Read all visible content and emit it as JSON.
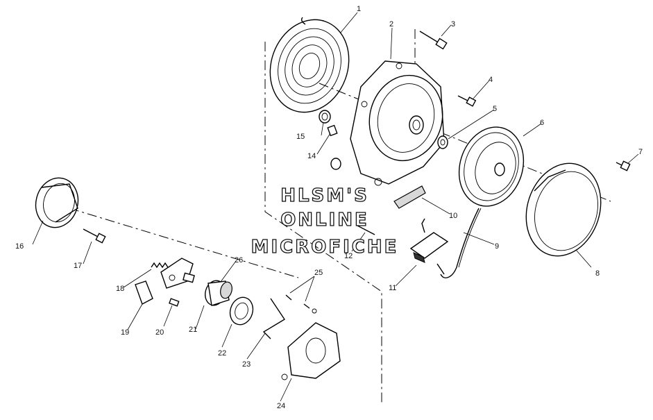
{
  "watermark": {
    "line1": "HLSM'S",
    "line2": "ONLINE",
    "line3": "MICROFICHE"
  },
  "callouts": {
    "c1": "1",
    "c2": "2",
    "c3": "3",
    "c4": "4",
    "c5": "5",
    "c6": "6",
    "c7": "7",
    "c8": "8",
    "c9": "9",
    "c10": "10",
    "c11": "11",
    "c12": "12",
    "c14": "14",
    "c15": "15",
    "c16": "16",
    "c17": "17",
    "c18": "18",
    "c19": "19",
    "c20": "20",
    "c21": "21",
    "c22": "22",
    "c23": "23",
    "c24": "24",
    "c25": "25",
    "c26": "26"
  }
}
